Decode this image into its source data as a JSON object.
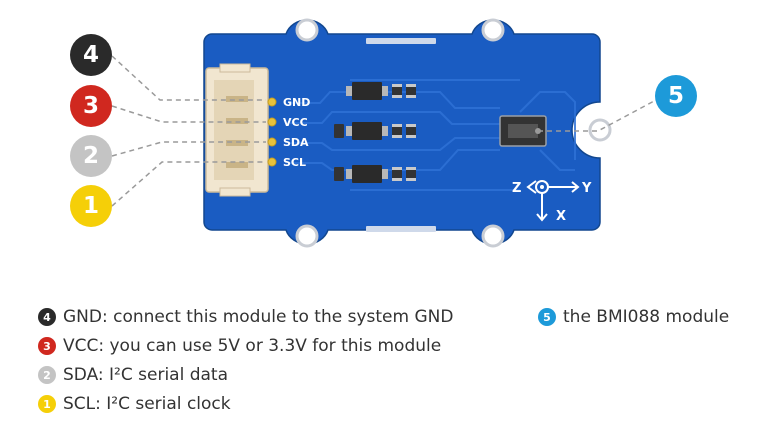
{
  "callouts": [
    {
      "number": "4",
      "color": "#2a2a2a",
      "pin": "GND",
      "legend_text": "GND: connect this module to the system GND"
    },
    {
      "number": "3",
      "color": "#d0281f",
      "pin": "VCC",
      "legend_text": "VCC: you can use 5V or 3.3V for this module"
    },
    {
      "number": "2",
      "color": "#c4c4c4",
      "pin": "SDA",
      "legend_text": "SDA: I²C serial data"
    },
    {
      "number": "1",
      "color": "#f5cf08",
      "pin": "SCL",
      "legend_text": "SCL: I²C serial clock"
    }
  ],
  "module_callout": {
    "number": "5",
    "color": "#1d9ad9",
    "legend_text": "the BMI088 module"
  },
  "axes": {
    "z": "Z",
    "y": "Y",
    "x": "X"
  },
  "colors": {
    "pcb": "#1a5cc2",
    "pcb_dark": "#15499b",
    "pad": "#e8c23c",
    "connector": "#f1e6d0",
    "dash": "#999999"
  }
}
